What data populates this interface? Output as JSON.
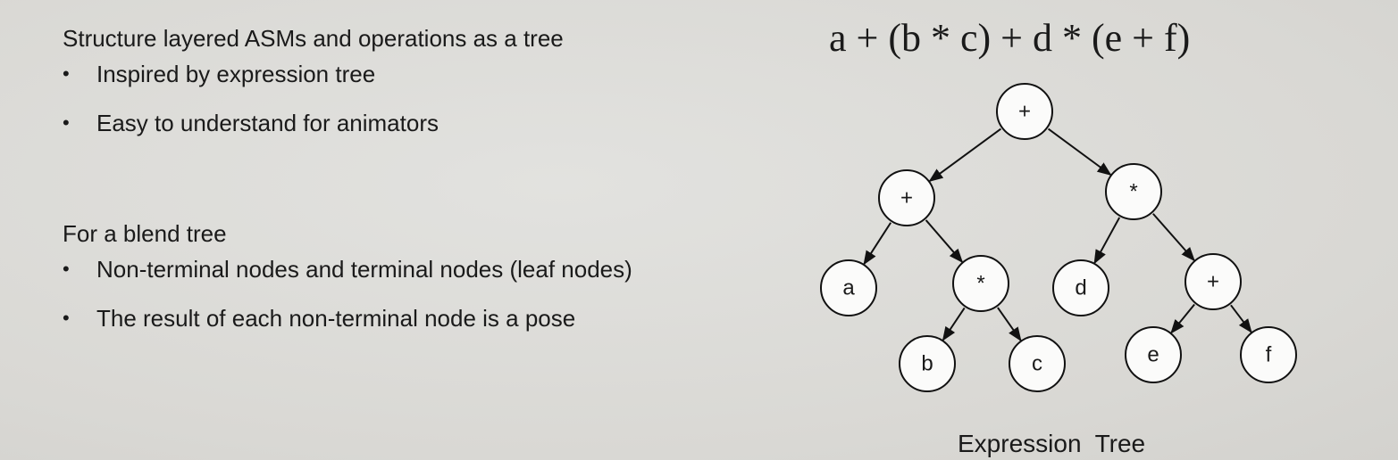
{
  "section1": {
    "heading": "Structure layered ASMs and operations as a tree",
    "bullets": [
      "Inspired by expression tree",
      "Easy to understand for animators"
    ]
  },
  "section2": {
    "heading": "For a blend tree",
    "bullets": [
      "Non-terminal nodes and terminal nodes (leaf nodes)",
      "The result of each non-terminal node is a pose"
    ]
  },
  "diagram": {
    "formula": "a + (b * c) + d * (e + f)",
    "caption": "Expression  Tree",
    "nodes": [
      {
        "id": "root",
        "label": "+"
      },
      {
        "id": "l1",
        "label": "+"
      },
      {
        "id": "r1",
        "label": "*"
      },
      {
        "id": "a",
        "label": "a"
      },
      {
        "id": "mul",
        "label": "*"
      },
      {
        "id": "d",
        "label": "d"
      },
      {
        "id": "plus2",
        "label": "+"
      },
      {
        "id": "b",
        "label": "b"
      },
      {
        "id": "c",
        "label": "c"
      },
      {
        "id": "e",
        "label": "e"
      },
      {
        "id": "f",
        "label": "f"
      }
    ],
    "edges": [
      [
        "root",
        "l1"
      ],
      [
        "root",
        "r1"
      ],
      [
        "l1",
        "a"
      ],
      [
        "l1",
        "mul"
      ],
      [
        "r1",
        "d"
      ],
      [
        "r1",
        "plus2"
      ],
      [
        "mul",
        "b"
      ],
      [
        "mul",
        "c"
      ],
      [
        "plus2",
        "e"
      ],
      [
        "plus2",
        "f"
      ]
    ]
  }
}
